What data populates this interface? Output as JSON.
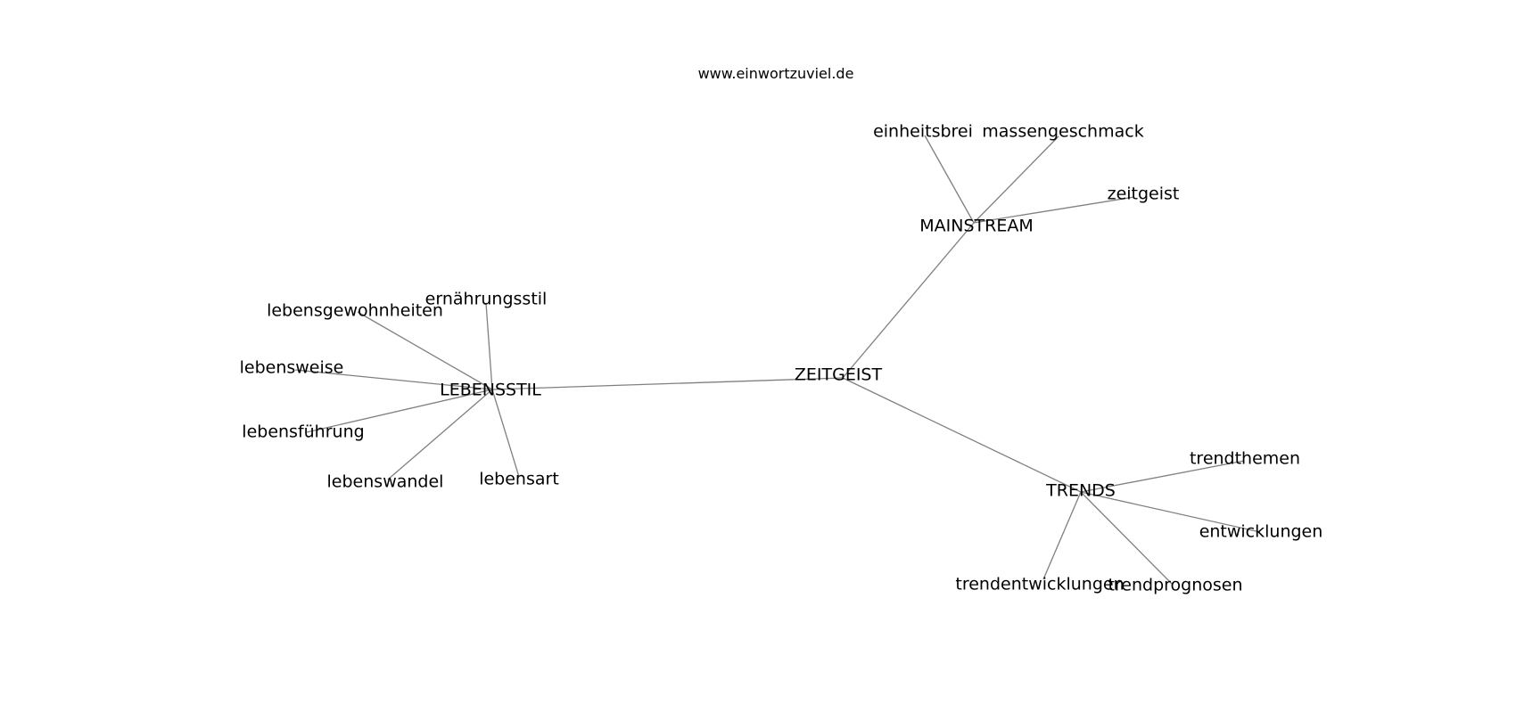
{
  "source": "www.einwortzuviel.de",
  "colors": {
    "edge": "#808080",
    "text": "#000000",
    "background": "#ffffff"
  },
  "nodes": [
    {
      "id": "zeitgeist_center",
      "label": "ZEITGEIST"
    },
    {
      "id": "mainstream",
      "label": "MAINSTREAM"
    },
    {
      "id": "lebensstil",
      "label": "LEBENSSTIL"
    },
    {
      "id": "trends",
      "label": "TRENDS"
    },
    {
      "id": "einheitsbrei",
      "label": "einheitsbrei"
    },
    {
      "id": "massengeschmack",
      "label": "massengeschmack"
    },
    {
      "id": "zeitgeist",
      "label": "zeitgeist"
    },
    {
      "id": "lebensgewohnheiten",
      "label": "lebensgewohnheiten"
    },
    {
      "id": "ernaehrungsstil",
      "label": "ernährungsstil"
    },
    {
      "id": "lebensweise",
      "label": "lebensweise"
    },
    {
      "id": "lebensfuehrung",
      "label": "lebensführung"
    },
    {
      "id": "lebenswandel",
      "label": "lebenswandel"
    },
    {
      "id": "lebensart",
      "label": "lebensart"
    },
    {
      "id": "trendthemen",
      "label": "trendthemen"
    },
    {
      "id": "entwicklungen",
      "label": "entwicklungen"
    },
    {
      "id": "trendentwicklungen",
      "label": "trendentwicklungen"
    },
    {
      "id": "trendprognosen",
      "label": "trendprognosen"
    }
  ],
  "edges": [
    [
      "zeitgeist_center",
      "mainstream"
    ],
    [
      "zeitgeist_center",
      "lebensstil"
    ],
    [
      "zeitgeist_center",
      "trends"
    ],
    [
      "mainstream",
      "einheitsbrei"
    ],
    [
      "mainstream",
      "massengeschmack"
    ],
    [
      "mainstream",
      "zeitgeist"
    ],
    [
      "lebensstil",
      "lebensgewohnheiten"
    ],
    [
      "lebensstil",
      "ernaehrungsstil"
    ],
    [
      "lebensstil",
      "lebensweise"
    ],
    [
      "lebensstil",
      "lebensfuehrung"
    ],
    [
      "lebensstil",
      "lebenswandel"
    ],
    [
      "lebensstil",
      "lebensart"
    ],
    [
      "trends",
      "trendthemen"
    ],
    [
      "trends",
      "entwicklungen"
    ],
    [
      "trends",
      "trendentwicklungen"
    ],
    [
      "trends",
      "trendprognosen"
    ]
  ]
}
